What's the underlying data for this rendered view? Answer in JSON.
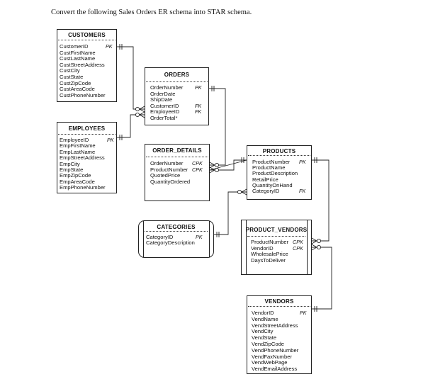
{
  "question": "Convert the following Sales Orders ER schema into STAR schema.",
  "entities": {
    "customers": {
      "title": "CUSTOMERS",
      "attributes": [
        "CustomerID",
        "CustFirstName",
        "CustLastName",
        "CustStreetAddress",
        "CustCity",
        "CustState",
        "CustZipCode",
        "CustAreaCode",
        "CustPhoneNumber"
      ],
      "keys": [
        "PK",
        "",
        "",
        "",
        "",
        "",
        "",
        "",
        ""
      ]
    },
    "orders": {
      "title": "ORDERS",
      "attributes": [
        "OrderNumber",
        "OrderDate",
        "ShipDate",
        "CustomerID",
        "EmployeeID",
        "OrderTotal*"
      ],
      "keys": [
        "PK",
        "",
        "",
        "FK",
        "FK",
        ""
      ]
    },
    "employees": {
      "title": "EMPLOYEES",
      "attributes": [
        "EmployeeID",
        "EmpFirstName",
        "EmpLastName",
        "EmpStreetAddress",
        "EmpCity",
        "EmpState",
        "EmpZipCode",
        "EmpAreaCode",
        "EmpPhoneNumber"
      ],
      "keys": [
        "PK",
        "",
        "",
        "",
        "",
        "",
        "",
        "",
        ""
      ]
    },
    "order_details": {
      "title": "ORDER_DETAILS",
      "attributes": [
        "OrderNumber",
        "ProductNumber",
        "QuotedPrice",
        "QuantityOrdered"
      ],
      "keys": [
        "CPK",
        "CPK",
        "",
        ""
      ]
    },
    "products": {
      "title": "PRODUCTS",
      "attributes": [
        "ProductNumber",
        "ProductName",
        "ProductDescription",
        "RetailPrice",
        "QuantityOnHand",
        "CategoryID"
      ],
      "keys": [
        "PK",
        "",
        "",
        "",
        "",
        "FK"
      ]
    },
    "categories": {
      "title": "CATEGORIES",
      "attributes": [
        "CategoryID",
        "CategoryDescription"
      ],
      "keys": [
        "PK",
        ""
      ]
    },
    "product_vendors": {
      "title": "PRODUCT_VENDORS",
      "attributes": [
        "ProductNumber",
        "VendorID",
        "WholesalePrice",
        "DaysToDeliver"
      ],
      "keys": [
        "CPK",
        "CPK",
        "",
        ""
      ]
    },
    "vendors": {
      "title": "VENDORS",
      "attributes": [
        "VendorID",
        "VendName",
        "VendStreetAddress",
        "VendCity",
        "VendState",
        "VendZipCode",
        "VendPhoneNumber",
        "VendFaxNumber",
        "VendWebPage",
        "VendEmailAddress"
      ],
      "keys": [
        "PK",
        "",
        "",
        "",
        "",
        "",
        "",
        "",
        "",
        ""
      ]
    }
  }
}
